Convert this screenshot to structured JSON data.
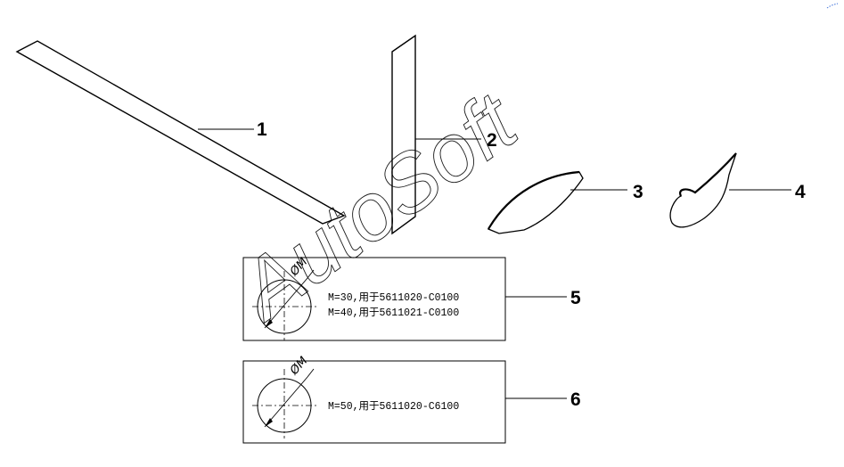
{
  "watermark": "AutoSoft",
  "callouts": [
    "1",
    "2",
    "3",
    "4",
    "5",
    "6"
  ],
  "labels": {
    "label5": {
      "symbol": "ØM",
      "line1": "M=30,用于5611020-C0100",
      "line2": "M=40,用于5611021-C0100"
    },
    "label6": {
      "symbol": "ØM",
      "line1": "M=50,用于5611020-C6100"
    }
  }
}
